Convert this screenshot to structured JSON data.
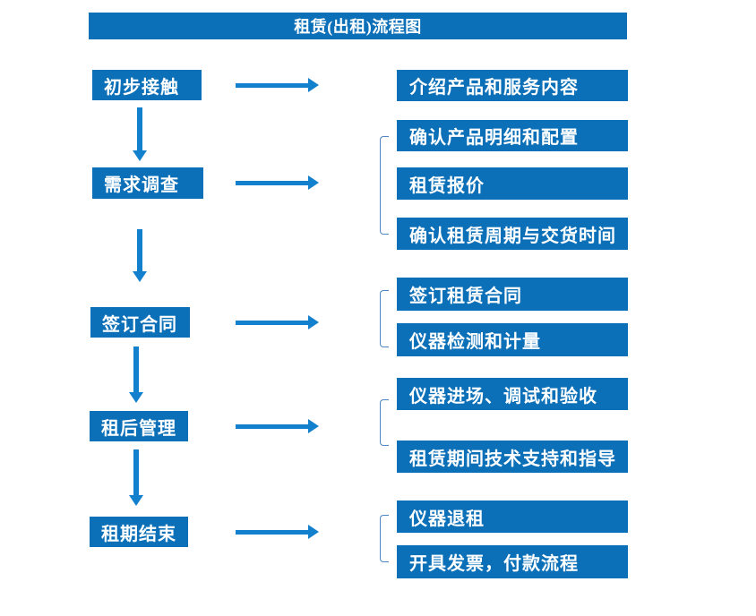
{
  "title": "租赁(出租)流程图",
  "colors": {
    "box_blue": "#0c70b8",
    "arrow_blue": "#1280cc",
    "bracket_blue": "#4e86c4",
    "text_color": "#ffffff",
    "background": "#ffffff"
  },
  "steps": [
    {
      "label": "初步接触",
      "details": [
        "介绍产品和服务内容"
      ]
    },
    {
      "label": "需求调查",
      "details": [
        "确认产品明细和配置",
        "租赁报价",
        "确认租赁周期与交货时间"
      ]
    },
    {
      "label": "签订合同",
      "details": [
        "签订租赁合同",
        "仪器检测和计量"
      ]
    },
    {
      "label": "租后管理",
      "details": [
        "仪器进场、调试和验收",
        "租赁期间技术支持和指导"
      ]
    },
    {
      "label": "租期结束",
      "details": [
        "仪器退租",
        "开具发票，付款流程"
      ]
    }
  ]
}
